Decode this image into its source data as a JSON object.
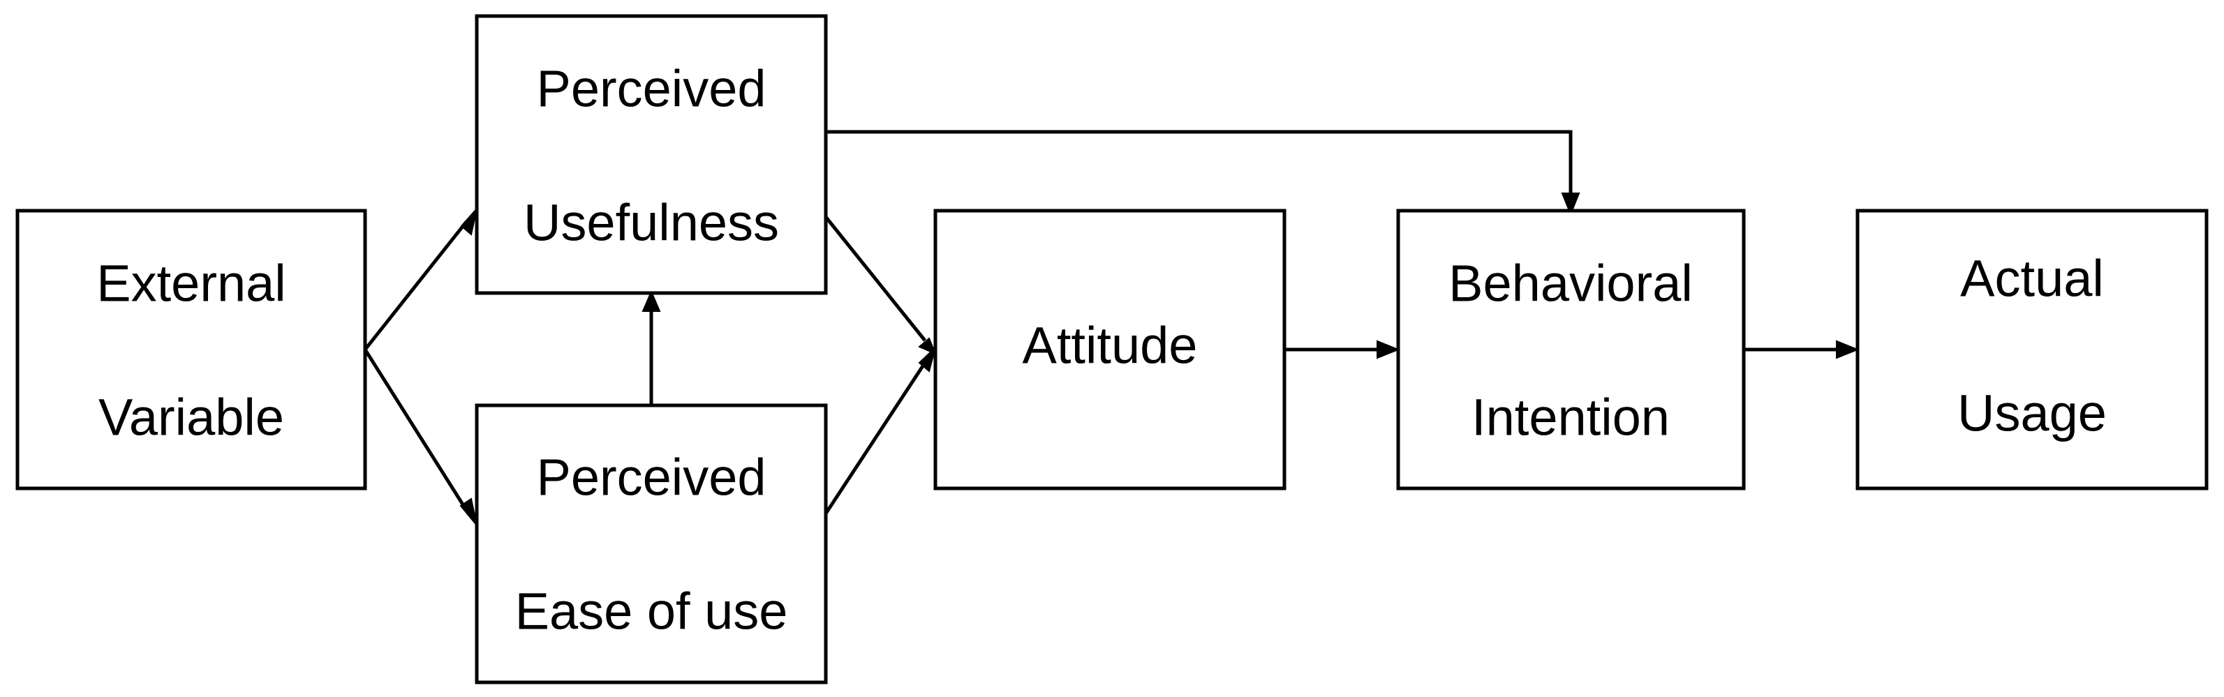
{
  "diagram": {
    "nodes": {
      "external_variable": {
        "line1": "External",
        "line2": "Variable"
      },
      "perceived_usefulness": {
        "line1": "Perceived",
        "line2": "Usefulness"
      },
      "perceived_ease_of_use": {
        "line1": "Perceived",
        "line2": "Ease of use"
      },
      "attitude": {
        "line1": "Attitude"
      },
      "behavioral_intention": {
        "line1": "Behavioral",
        "line2": "Intention"
      },
      "actual_usage": {
        "line1": "Actual",
        "line2": "Usage"
      }
    },
    "edges": [
      {
        "from": "External Variable",
        "to": "Perceived Usefulness"
      },
      {
        "from": "External Variable",
        "to": "Perceived Ease of use"
      },
      {
        "from": "Perceived Ease of use",
        "to": "Perceived Usefulness"
      },
      {
        "from": "Perceived Usefulness",
        "to": "Attitude"
      },
      {
        "from": "Perceived Ease of use",
        "to": "Attitude"
      },
      {
        "from": "Perceived Usefulness",
        "to": "Behavioral Intention"
      },
      {
        "from": "Attitude",
        "to": "Behavioral Intention"
      },
      {
        "from": "Behavioral Intention",
        "to": "Actual Usage"
      }
    ],
    "colors": {
      "stroke": "#000000",
      "fill": "#ffffff",
      "text": "#000000"
    }
  }
}
